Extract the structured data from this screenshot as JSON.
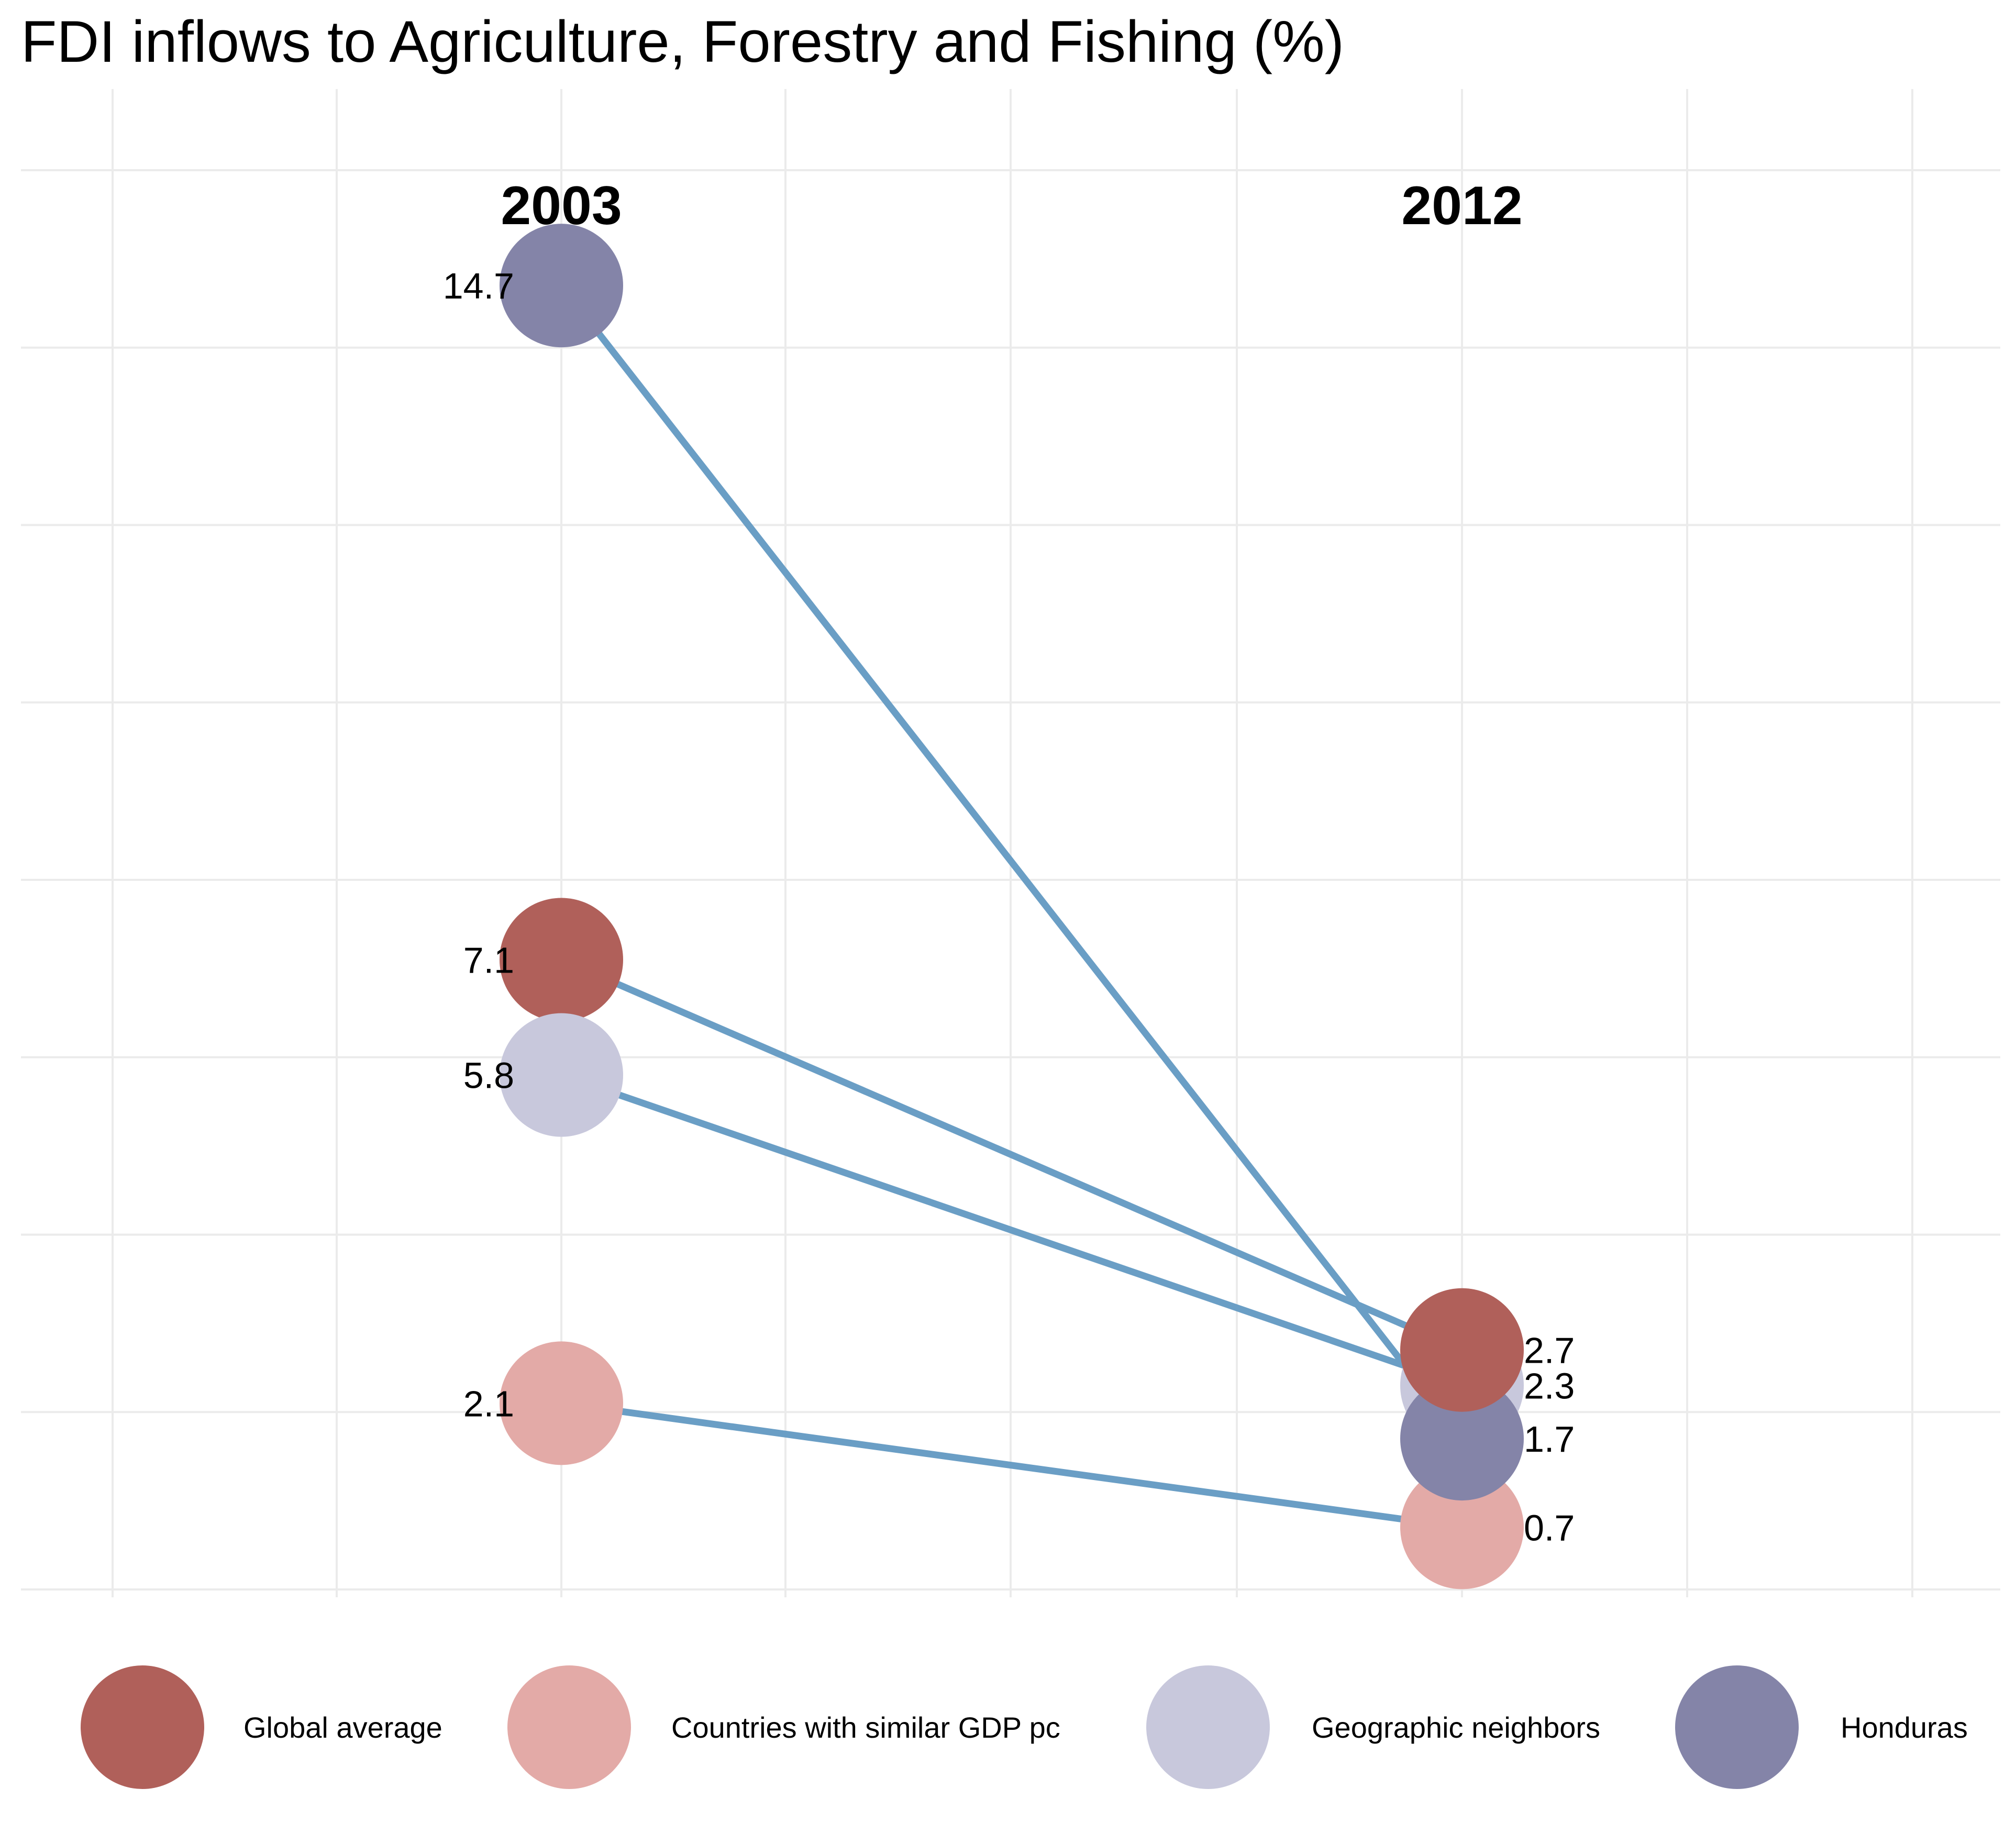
{
  "chart_data": {
    "type": "slope",
    "title": "FDI inflows to Agriculture, Forestry and Fishing (%)",
    "x": [
      "2003",
      "2012"
    ],
    "ylim": [
      0,
      16
    ],
    "grid": true,
    "line_color": "#6a9ec5",
    "legend_position": "bottom",
    "series": [
      {
        "name": "Global average",
        "color": "#b0605a",
        "values": [
          7.1,
          2.7
        ],
        "labels": [
          "7.1",
          "2.7"
        ]
      },
      {
        "name": "Countries with similar GDP pc",
        "color": "#e3aaa7",
        "values": [
          2.1,
          0.7
        ],
        "labels": [
          "2.1",
          "0.7"
        ]
      },
      {
        "name": "Geographic neighbors",
        "color": "#c8c8dc",
        "values": [
          5.8,
          2.3
        ],
        "labels": [
          "5.8",
          "2.3"
        ]
      },
      {
        "name": "Honduras",
        "color": "#8484a8",
        "values": [
          14.7,
          1.7
        ],
        "labels": [
          "14.7",
          "1.7"
        ]
      }
    ]
  }
}
